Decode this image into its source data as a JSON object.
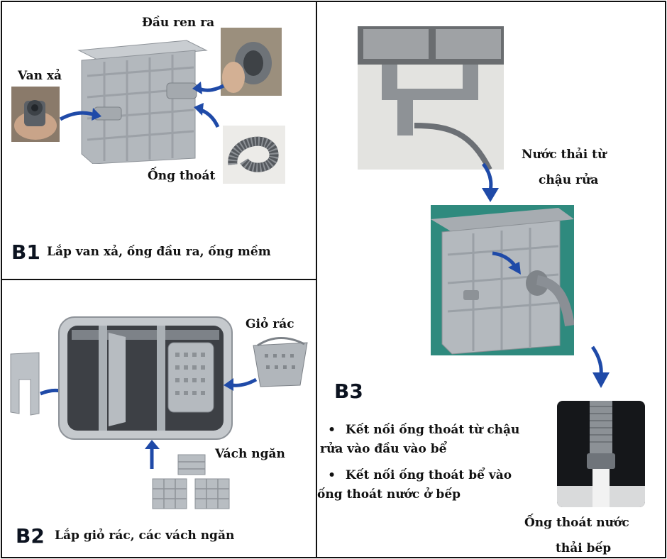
{
  "panel1": {
    "step": "B1",
    "caption": "Lắp van xả, ống đầu ra, ống mềm",
    "labels": {
      "valve": "Van xả",
      "outlet": "Đầu ren ra",
      "hose": "Ống thoát"
    }
  },
  "panel2": {
    "step": "B2",
    "caption": "Lắp giỏ rác, các vách ngăn",
    "labels": {
      "basket": "Giỏ rác",
      "partition": "Vách ngăn"
    }
  },
  "panel3": {
    "step": "B3",
    "labels": {
      "sink_water_line1": "Nước thải từ",
      "sink_water_line2": "chậu rửa",
      "kitchen_drain_line1": "Ống thoát nước",
      "kitchen_drain_line2": "thải bếp"
    },
    "bullets": [
      {
        "line1": "Kết nối ống thoát từ chậu",
        "line2": "rửa vào đầu vào bể"
      },
      {
        "line1": "Kết nối ống thoát bể vào",
        "line2": "ống thoát nước ở bếp"
      }
    ]
  },
  "colors": {
    "arrow": "#1f4aa8",
    "tank_gray": "#b9bec4",
    "frame": "#111111"
  }
}
